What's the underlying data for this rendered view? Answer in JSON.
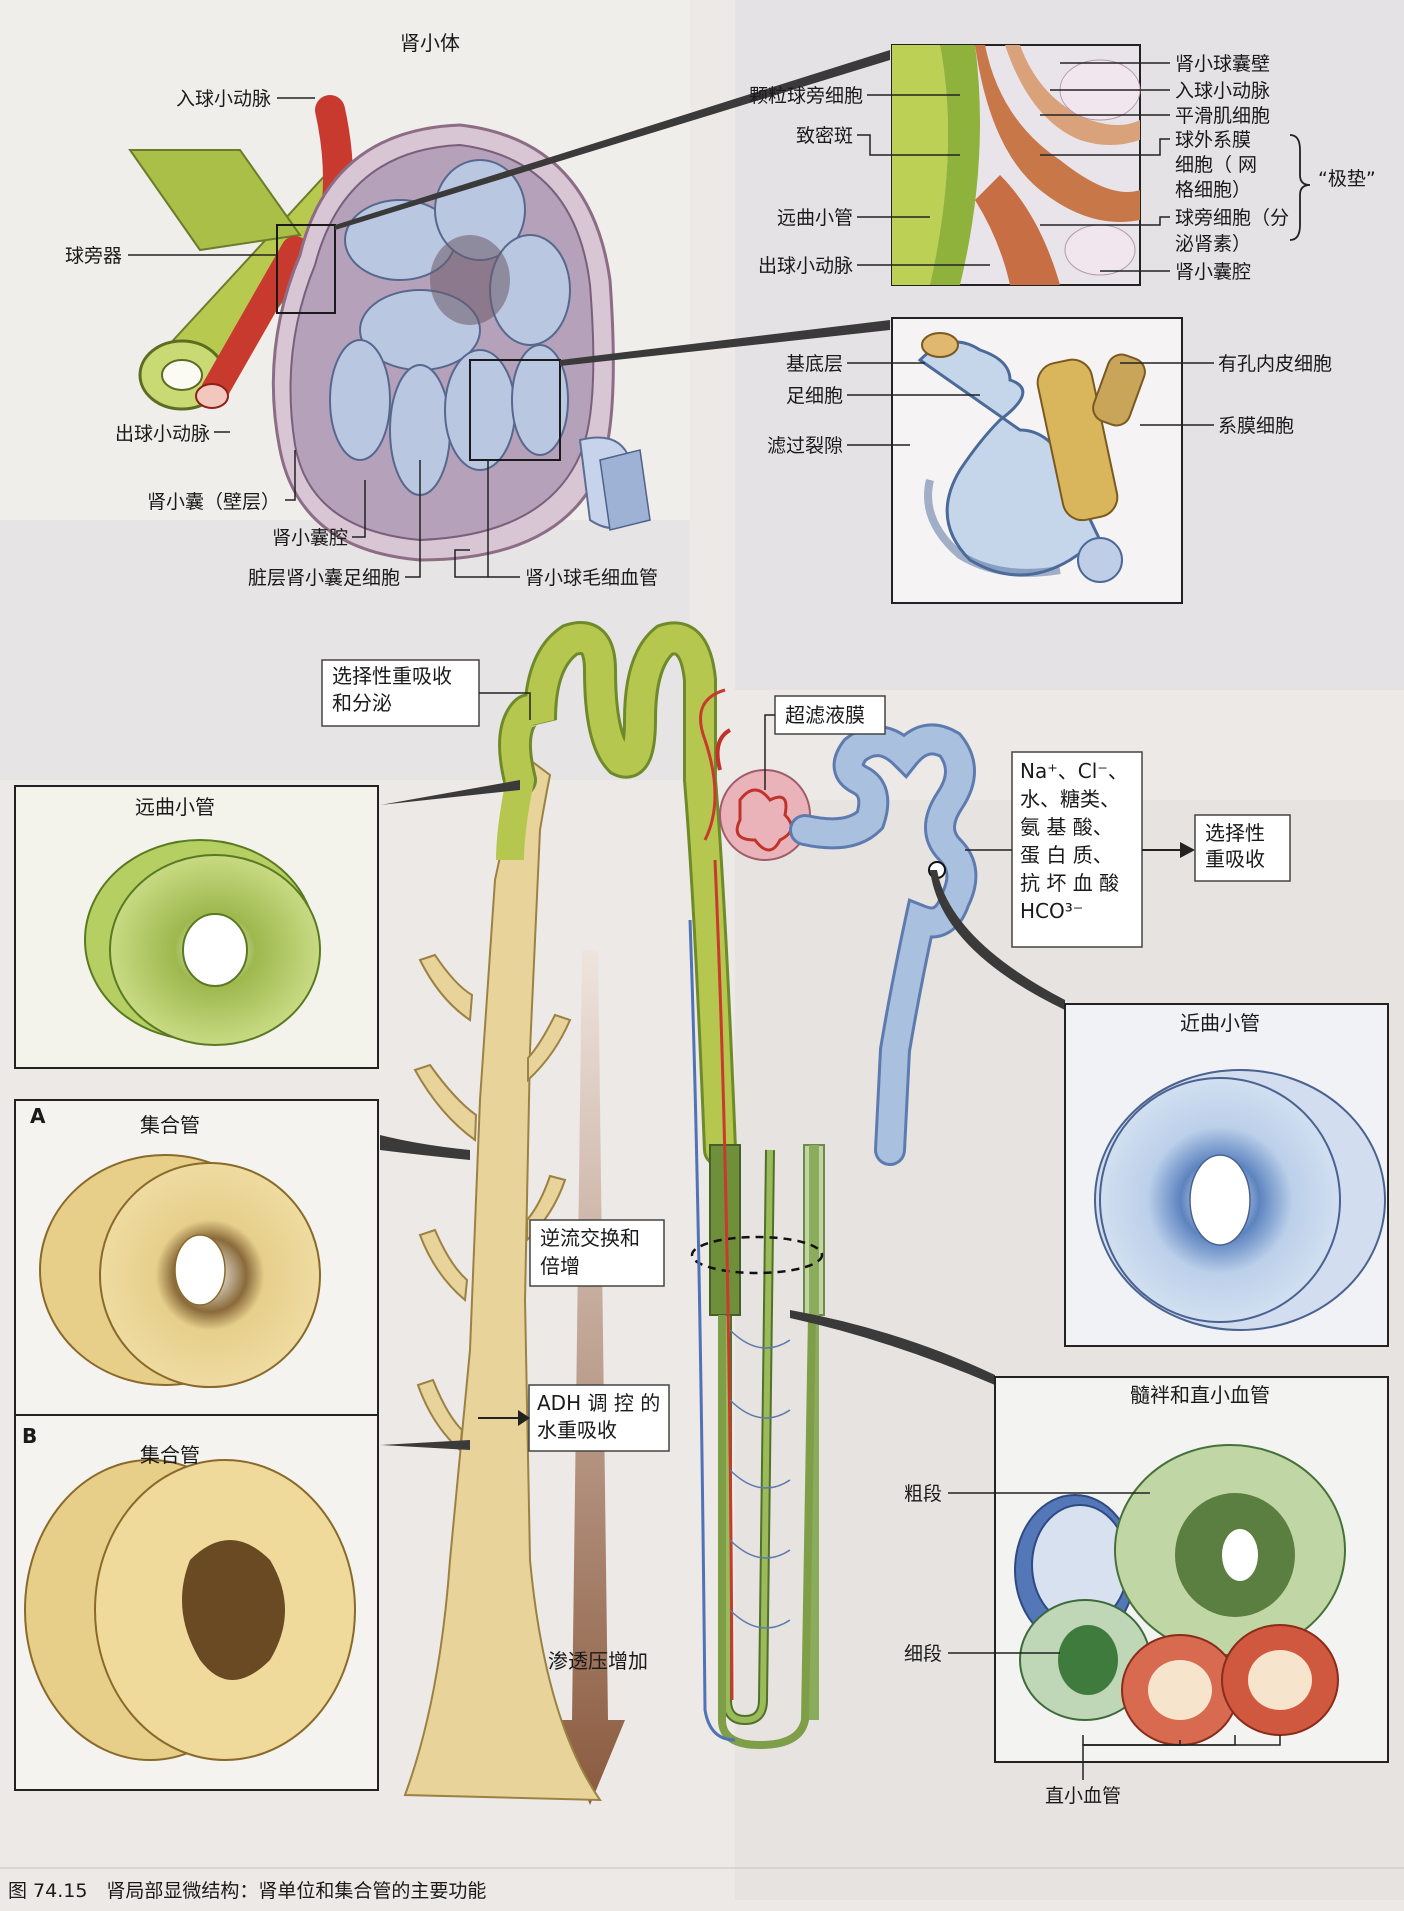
{
  "top": {
    "title": "肾小体",
    "labels_left": {
      "afferent": "入球小动脉",
      "jga": "球旁器",
      "efferent": "出球小动脉",
      "capsule_parietal": "肾小囊（壁层）",
      "capsule_space": "肾小囊腔",
      "visceral_podocyte": "脏层肾小囊足细胞",
      "glomerular_capillary": "肾小球毛细血管"
    },
    "inset1_left": {
      "granular": "颗粒球旁细胞",
      "macula_densa": "致密斑",
      "dct": "远曲小管",
      "efferent": "出球小动脉"
    },
    "inset1_right": {
      "wall": "肾小球囊壁",
      "afferent": "入球小动脉",
      "smooth_muscle": "平滑肌细胞",
      "mesangial_1": "球外系膜",
      "mesangial_2": "细胞（ 网",
      "mesangial_3": "格细胞）",
      "jg_1": "球旁细胞（分",
      "jg_2": "泌肾素）",
      "space": "肾小囊腔",
      "polar_cushion": "“极垫”"
    },
    "inset2": {
      "basement": "基底层",
      "podocyte": "足细胞",
      "slit": "滤过裂隙",
      "fenestrated": "有孔内皮细胞",
      "mesangial": "系膜细胞"
    }
  },
  "bottom": {
    "box_selective_1": "选择性重吸收",
    "box_selective_2": "和分泌",
    "box_ultra": "超滤液膜",
    "box_reabs_1": "选择性",
    "box_reabs_2": "重吸收",
    "ion_lines": [
      "Na⁺、Cl⁻、",
      "水、糖类、",
      "氨 基 酸、",
      "蛋 白 质、",
      "抗 坏 血 酸",
      "HCO³⁻"
    ],
    "box_counter_1": "逆流交换和",
    "box_counter_2": "倍增",
    "box_adh_1": "ADH 调 控 的",
    "box_adh_2": "水重吸收",
    "osmotic": "渗透压增加",
    "panel_dct": "远曲小管",
    "panel_cd_a_letter": "A",
    "panel_cd_a": "集合管",
    "panel_cd_b_letter": "B",
    "panel_cd_b": "集合管",
    "panel_pct": "近曲小管",
    "panel_loop": "髓袢和直小血管",
    "loop_thick": "粗段",
    "loop_thin": "细段",
    "loop_vasa": "直小血管"
  },
  "caption": "图 74.15　肾局部显微结构：肾单位和集合管的主要功能",
  "colors": {
    "green": "#b5c74e",
    "green_dark": "#6f8f3a",
    "tan": "#e0c98a",
    "blue": "#a9c0df",
    "red": "#c93a2e",
    "pink": "#e9b3b9"
  }
}
